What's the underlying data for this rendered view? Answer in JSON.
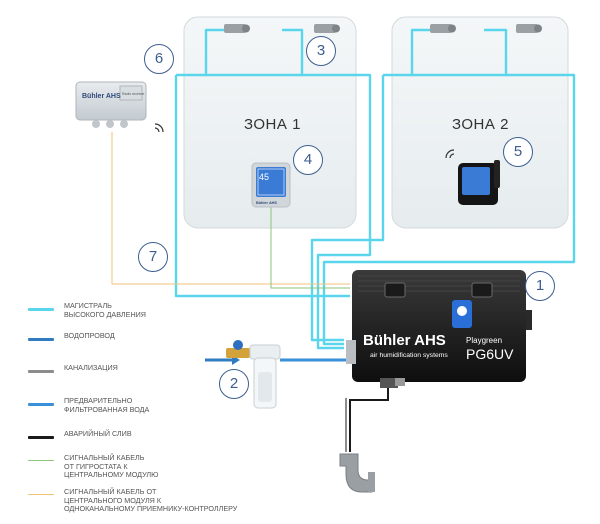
{
  "zones": [
    {
      "label": "ЗОНА 1"
    },
    {
      "label": "ЗОНА 2"
    }
  ],
  "callouts": [
    "1",
    "2",
    "3",
    "4",
    "5",
    "6",
    "7"
  ],
  "unit": {
    "brand": "Bühler AHS",
    "tagline": "air humidification systems",
    "model_line": "Playgreen",
    "model": "PG6UV"
  },
  "receiver": {
    "brand": "Bühler AHS",
    "subtitle": "Radio receiver"
  },
  "hygrostat": {
    "reading": "45",
    "brand": "Bühler AHS"
  },
  "legend": [
    {
      "text": "МАГИСТРАЛЬ\nВЫСОКОГО ДАВЛЕНИЯ",
      "color": "#5ad6ec"
    },
    {
      "text": "ВОДОПРОВОД",
      "color": "#2f7cc0"
    },
    {
      "text": "КАНАЛИЗАЦИЯ",
      "color": "#8c8c8c"
    },
    {
      "text": "ПРЕДВАРИТЕЛЬНО\nФИЛЬТРОВАННАЯ ВОДА",
      "color": "#3a8fd9"
    },
    {
      "text": "АВАРИЙНЫЙ СЛИВ",
      "color": "#1a1a1a"
    },
    {
      "text": "СИГНАЛЬНЫЙ КАБЕЛЬ\nОТ ГИГРОСТАТА К\nЦЕНТРАЛЬНОМУ МОДУЛЮ",
      "color": "#8cc47a"
    },
    {
      "text": "СИГНАЛЬНЫЙ КАБЕЛЬ ОТ\nЦЕНТРАЛЬНОГО МОДУЛЯ К\nОДНОКАНАЛЬНОМУ ПРИЕМНИКУ-КОНТРОЛЛЕРУ",
      "color": "#f2c27a"
    }
  ]
}
